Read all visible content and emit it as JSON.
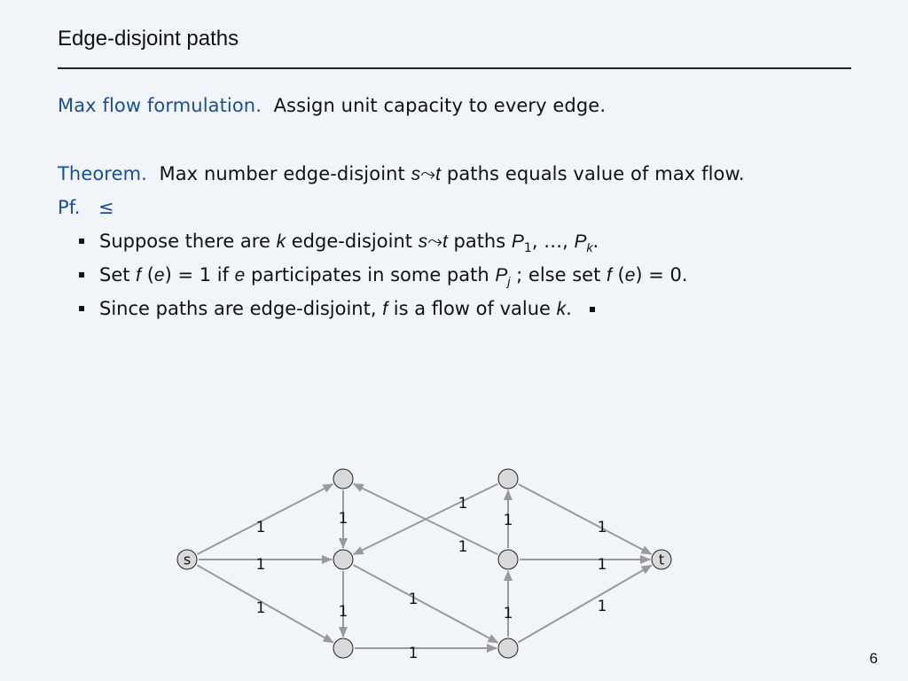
{
  "slide": {
    "title": "Edge-disjoint paths",
    "page_number": "6"
  },
  "body": {
    "line1": {
      "head": "Max flow formulation.",
      "text": "Assign unit capacity to every edge."
    },
    "line2": {
      "head": "Theorem.",
      "text_a": "Max number edge-disjoint ",
      "s": "s",
      "arrow": "⤳",
      "t": "t",
      "text_b": " paths equals value of max flow."
    },
    "line3": {
      "head": "Pf.",
      "symbol": "≤"
    },
    "bullets": [
      {
        "a": "Suppose there are ",
        "k": "k",
        "b": " edge-disjoint ",
        "s": "s",
        "arrow": "⤳",
        "t": "t",
        "c": " paths ",
        "P1": "P",
        "sub1": "1",
        "d": ", …, ",
        "Pk": "P",
        "subk": "k",
        "e": "."
      },
      {
        "a": "Set ",
        "f1": "f",
        "p1": " (",
        "e1": "e",
        "p2": ") = 1 if ",
        "e2": "e",
        "b": " participates in some path ",
        "Pj": "P",
        "subj": "j",
        "c": " ;  else set ",
        "f2": "f",
        "p3": " (",
        "e3": "e",
        "p4": ") = 0."
      },
      {
        "a": "Since paths are edge-disjoint, ",
        "f": "f",
        "b": " is a flow of value ",
        "k": "k",
        "c": "."
      }
    ]
  },
  "graph": {
    "nodes": [
      {
        "id": "s",
        "label": "s"
      },
      {
        "id": "a",
        "label": ""
      },
      {
        "id": "b",
        "label": ""
      },
      {
        "id": "c",
        "label": ""
      },
      {
        "id": "d",
        "label": ""
      },
      {
        "id": "e",
        "label": ""
      },
      {
        "id": "f",
        "label": ""
      },
      {
        "id": "t",
        "label": "t"
      }
    ],
    "edges": [
      {
        "from": "s",
        "to": "a",
        "capacity": "1"
      },
      {
        "from": "s",
        "to": "b",
        "capacity": "1"
      },
      {
        "from": "s",
        "to": "c",
        "capacity": "1"
      },
      {
        "from": "a",
        "to": "b",
        "capacity": "1"
      },
      {
        "from": "b",
        "to": "c",
        "capacity": "1"
      },
      {
        "from": "c",
        "to": "f",
        "capacity": "1"
      },
      {
        "from": "b",
        "to": "f",
        "capacity": "1"
      },
      {
        "from": "d",
        "to": "b",
        "capacity": "1"
      },
      {
        "from": "e",
        "to": "a",
        "capacity": "1"
      },
      {
        "from": "e",
        "to": "d",
        "capacity": "1"
      },
      {
        "from": "f",
        "to": "e",
        "capacity": "1"
      },
      {
        "from": "d",
        "to": "t",
        "capacity": "1"
      },
      {
        "from": "e",
        "to": "t",
        "capacity": "1"
      },
      {
        "from": "f",
        "to": "t",
        "capacity": "1"
      }
    ]
  },
  "colors": {
    "accent": "#1a4f96",
    "node_fill": "#d9d9d9",
    "edge": "#999999"
  }
}
